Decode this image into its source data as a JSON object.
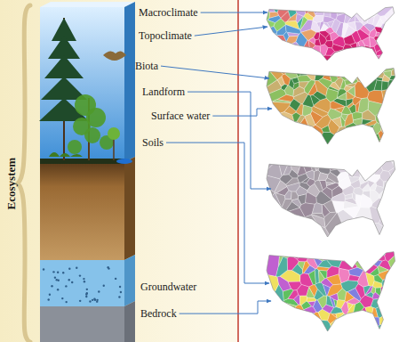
{
  "diagram": {
    "labels": [
      "Macroclimate",
      "Topoclimate",
      "Biota",
      "Landform",
      "Surface water",
      "Soils",
      "Groundwater",
      "Bedrock",
      "Ecosystem"
    ]
  }
}
